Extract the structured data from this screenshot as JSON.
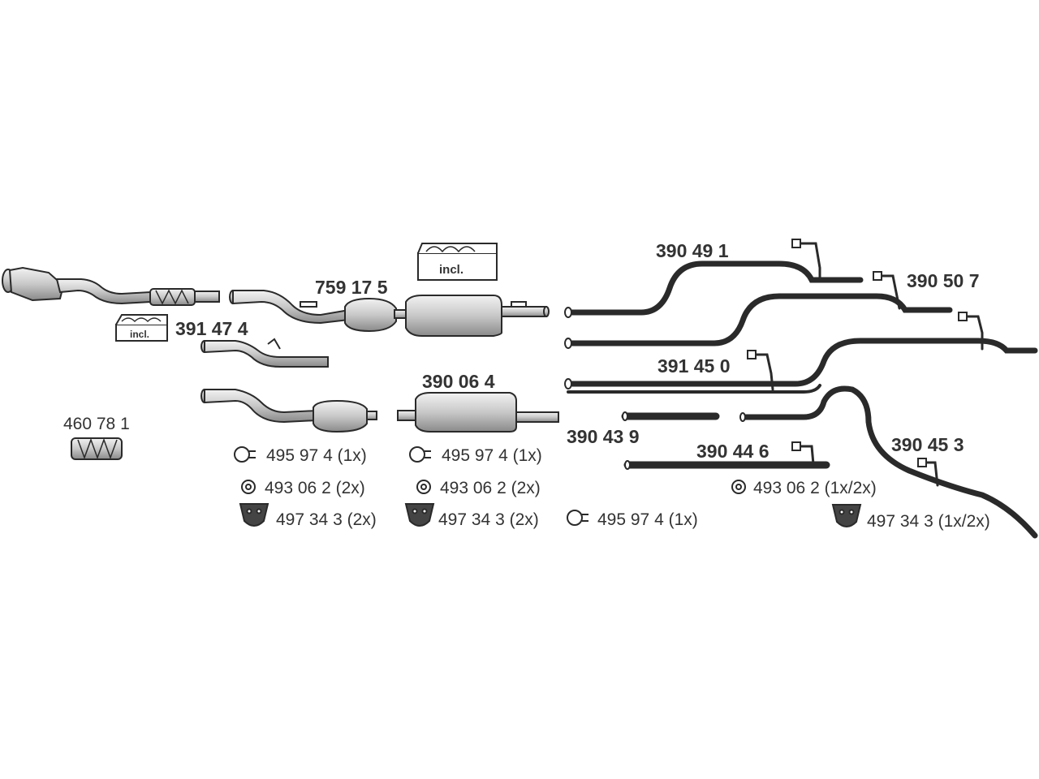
{
  "part_numbers": {
    "p759175": "759 17 5",
    "p391474": "391 47 4",
    "p390064": "390 06 4",
    "p460781": "460 78 1",
    "p390491": "390 49 1",
    "p390507": "390 50 7",
    "p391450": "391 45 0",
    "p390439": "390 43 9",
    "p390446": "390 44 6",
    "p390453": "390 45 3"
  },
  "incl_label": "incl.",
  "accessories": {
    "a1": "495 97 4 (1x)",
    "a2": "493 06 2 (2x)",
    "a3": "497 34 3  (2x)",
    "b1": "495 97 4 (1x)",
    "b2": "493 06 2 (2x)",
    "b3": "497 34 3 (2x)",
    "c1": "495 97 4 (1x)",
    "d1": "493 06 2 (1x/2x)",
    "d2": "497 34 3 (1x/2x)"
  },
  "icons": [
    "clamp-ring-icon",
    "rubber-ring-icon",
    "rubber-hanger-icon",
    "mounting-kit-box-icon"
  ],
  "colors": {
    "line": "#2a2a2a",
    "fill": "#d9d9d9",
    "dark": "#444444"
  }
}
